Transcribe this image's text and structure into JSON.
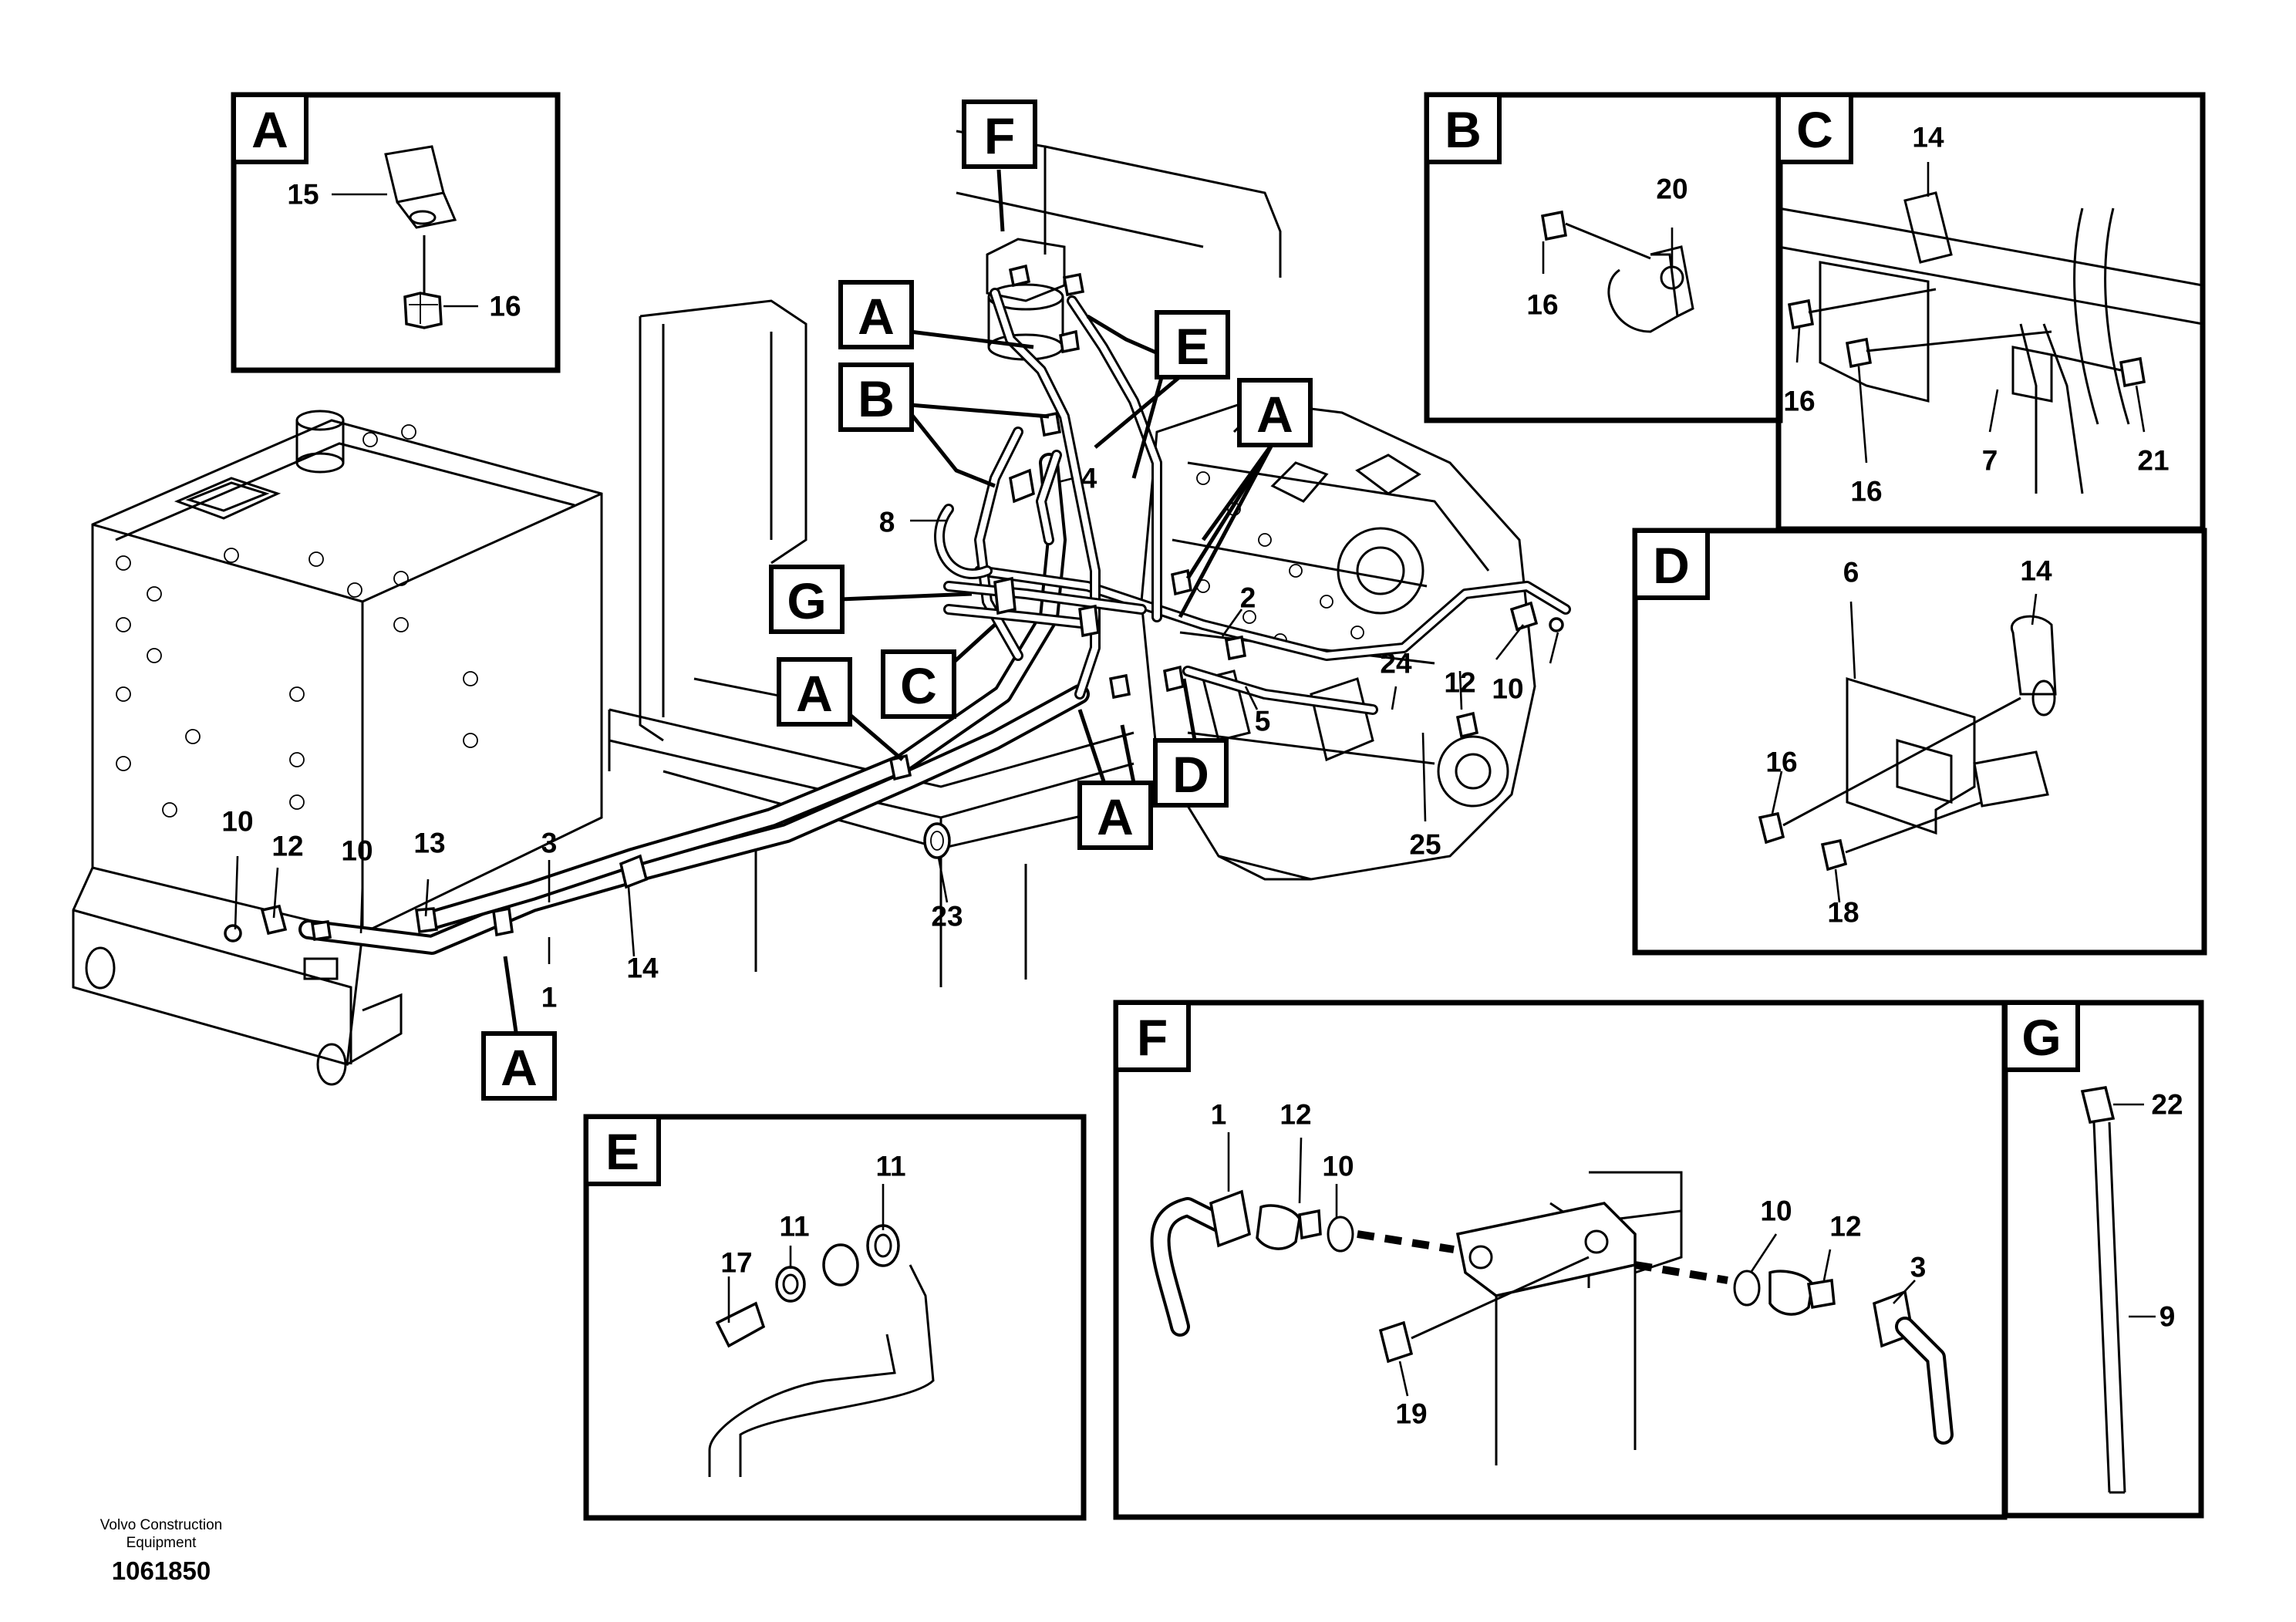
{
  "callouts": {
    "A": "A",
    "B": "B",
    "C": "C",
    "D": "D",
    "E": "E",
    "F": "F",
    "G": "G"
  },
  "part_numbers": {
    "p1": "1",
    "p2": "2",
    "p3": "3",
    "p4": "4",
    "p5": "5",
    "p6": "6",
    "p7": "7",
    "p8": "8",
    "p9": "9",
    "p10": "10",
    "p11": "11",
    "p12": "12",
    "p13": "13",
    "p14": "14",
    "p15": "15",
    "p16": "16",
    "p17": "17",
    "p18": "18",
    "p19": "19",
    "p20": "20",
    "p21": "21",
    "p22": "22",
    "p23": "23",
    "p24": "24",
    "p25": "25"
  },
  "footer": {
    "brand": "Volvo Construction Equipment",
    "doc_number": "1061850"
  }
}
